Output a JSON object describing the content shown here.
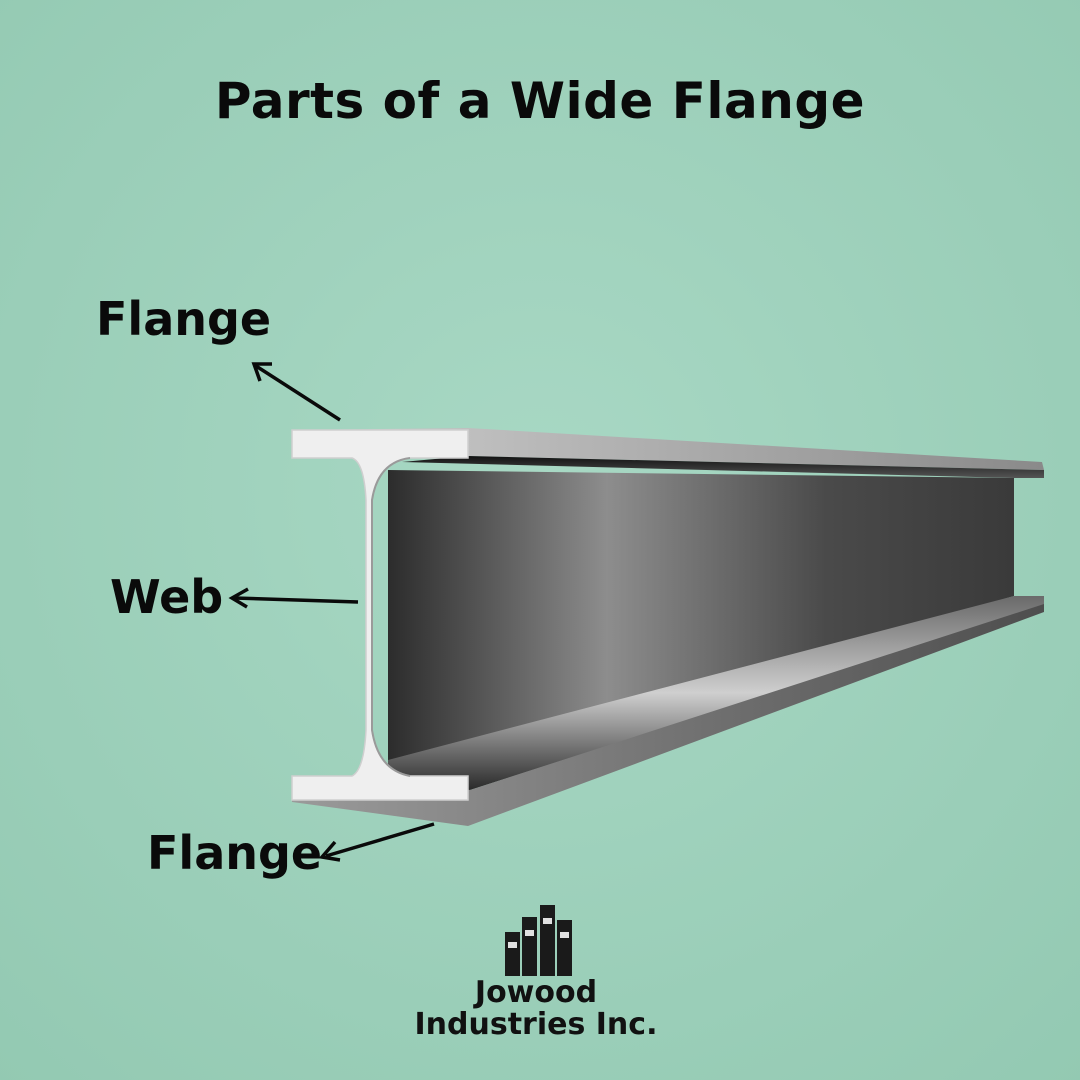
{
  "title": "Parts of a Wide Flange",
  "callouts": {
    "flange_top": "Flange",
    "web": "Web",
    "flange_bottom": "Flange"
  },
  "logo": {
    "line1": "Jowood",
    "line2": "Industries Inc."
  },
  "colors": {
    "background": "#9ccfba",
    "text": "#0a0a0a",
    "steel_light": "#e9e9e9",
    "steel_dark": "#3a3a3a"
  }
}
